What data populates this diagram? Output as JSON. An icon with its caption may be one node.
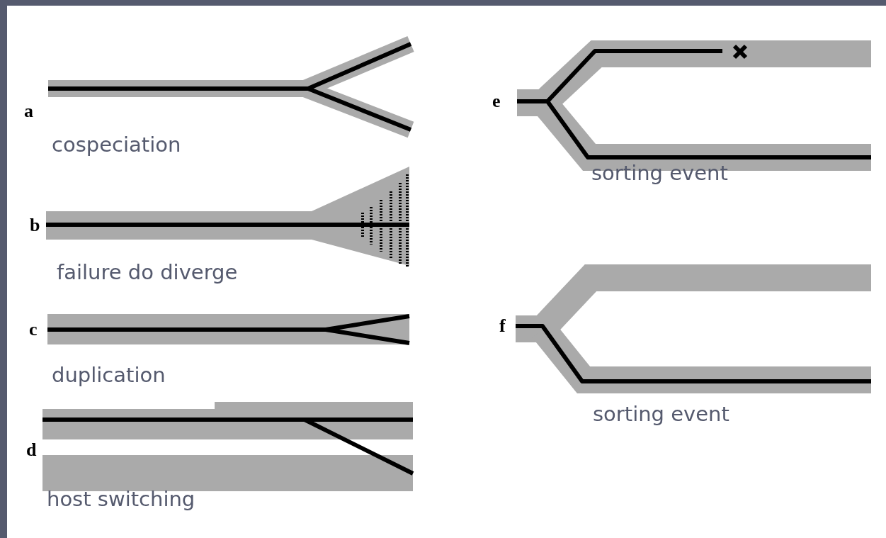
{
  "diagram": {
    "labels": [
      "a",
      "cospeciation",
      "b",
      "failure do diverge",
      "c",
      "duplication",
      "d",
      "host switching",
      "e",
      "sorting event",
      "f",
      "sorting event"
    ]
  }
}
